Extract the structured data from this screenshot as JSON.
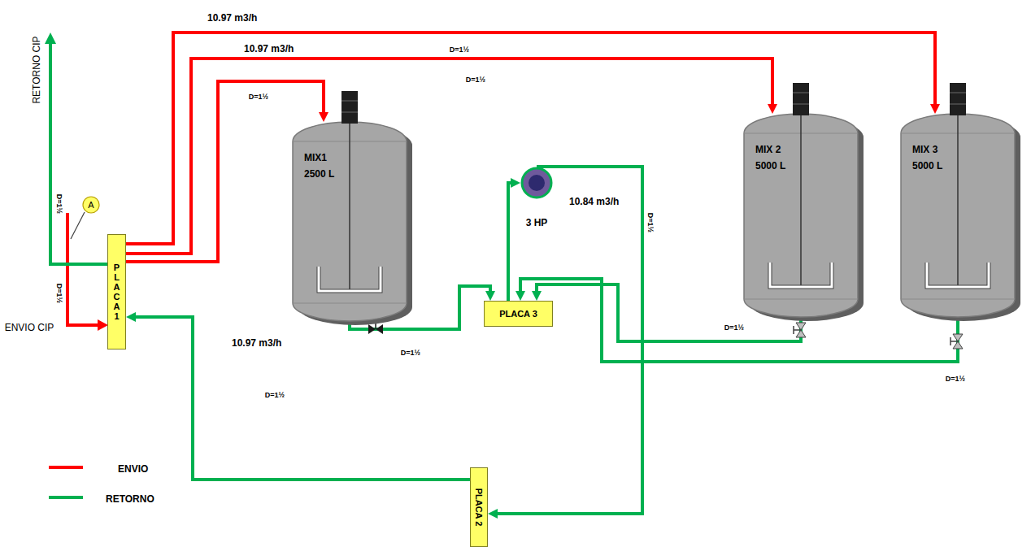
{
  "diagram": {
    "nodes": [
      {
        "text": [
          "A"
        ]
      },
      {
        "text": [
          "PLACA 1"
        ]
      },
      {
        "text": [
          "MIX1 2500 L"
        ]
      },
      {
        "text": [
          "3 HP"
        ]
      },
      {
        "text": [
          "PLACA 3"
        ]
      },
      {
        "text": [
          "MIX 2 5000 L"
        ]
      },
      {
        "text": [
          "MIX 3 5000 L"
        ]
      },
      {
        "text": [
          "PLACA 2"
        ]
      }
    ],
    "edges": [
      {
        "from": 1,
        "to": 2,
        "arrow": "to"
      },
      {
        "from": 1,
        "to": 5,
        "arrow": "to",
        "label": "10.97 m3/h"
      },
      {
        "from": 1,
        "to": 6,
        "arrow": "to",
        "label": "10.97 m3/h"
      },
      {
        "from": 2,
        "to": 4,
        "arrow": "to"
      },
      {
        "from": 5,
        "to": 4,
        "arrow": "to"
      },
      {
        "from": 6,
        "to": 4,
        "arrow": "to"
      },
      {
        "from": 4,
        "to": 3,
        "arrow": "to"
      },
      {
        "from": 3,
        "to": 7,
        "arrow": "to",
        "label": "10.84 m3/h"
      },
      {
        "from": 7,
        "to": 1,
        "arrow": "to",
        "label": "10.97 m3/h"
      }
    ],
    "labels": [
      "RETORNO CIP",
      "D=1½",
      "ENVIO CIP",
      "D=1½",
      "D=1½",
      "D=1½",
      "D=1½",
      "D=1½",
      "D=1½",
      "D=1½",
      "D=1½",
      "D=1½"
    ],
    "legend": [
      {
        "text": "ENVIO",
        "color": "#ff0000"
      },
      {
        "text": "RETORNO",
        "color": "#00b050"
      }
    ]
  }
}
